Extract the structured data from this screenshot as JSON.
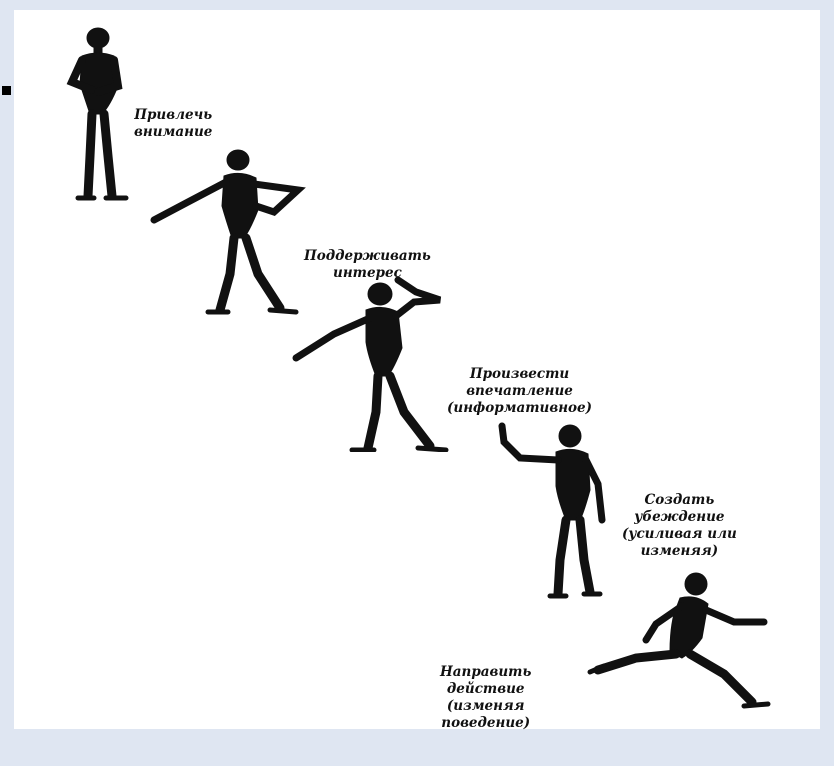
{
  "steps": [
    {
      "lines": [
        "Привлечь",
        "внимание"
      ]
    },
    {
      "lines": [
        "Поддерживать",
        "интерес"
      ]
    },
    {
      "lines": [
        "Произвести",
        "впечатление",
        "(информативное)"
      ]
    },
    {
      "lines": [
        "Создать",
        "убеждение",
        "(усиливая или",
        "изменяя)"
      ]
    },
    {
      "lines": [
        "Направить",
        "действие",
        "(изменяя",
        "поведение)"
      ]
    }
  ],
  "colors": {
    "figure": "#111111",
    "frame": "#dfe6f2",
    "canvas": "#ffffff"
  },
  "icons": [
    "standing-figure-icon",
    "pointing-figure-icon",
    "pointing-thinking-figure-icon",
    "raised-hand-figure-icon",
    "running-figure-icon"
  ]
}
